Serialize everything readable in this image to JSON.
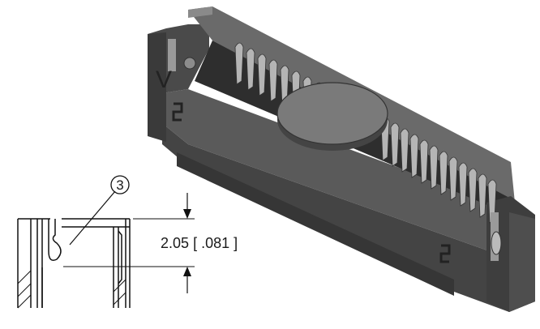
{
  "callout": {
    "number": "3"
  },
  "dimension": {
    "value": "2.05",
    "alt_value": ".081",
    "bracket_open": "[",
    "bracket_close": "]"
  },
  "colors": {
    "body_dark": "#3c3c3c",
    "body_mid": "#505050",
    "body_light": "#6e6e6e",
    "body_top": "#8a8a8a",
    "contacts": "#b9b9b9",
    "pick_cap": "#7a7a7a",
    "line": "#111111"
  },
  "markings": {
    "polarity_mark": "V"
  }
}
